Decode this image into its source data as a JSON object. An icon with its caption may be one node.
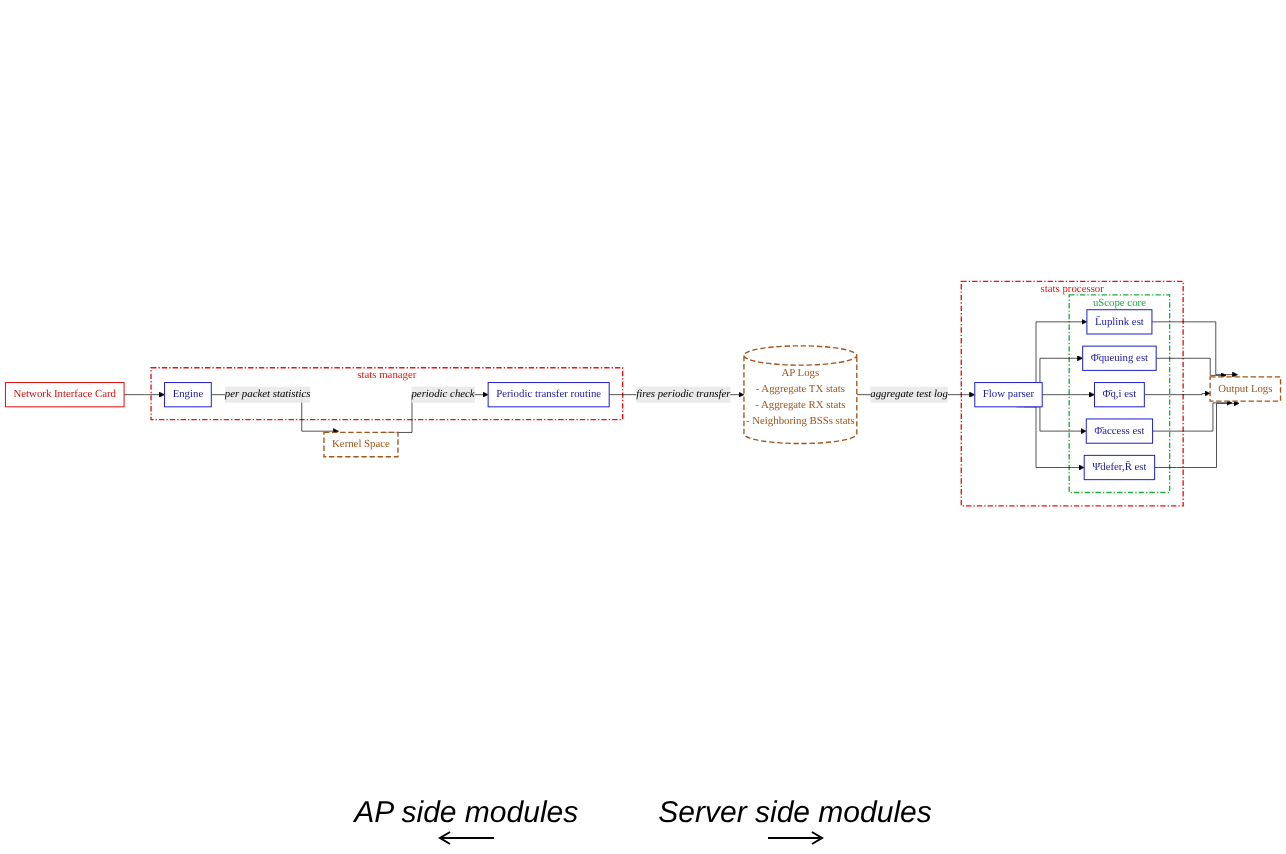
{
  "diagram": {
    "nodes": [
      {
        "text": [
          "Kernel Space"
        ]
      },
      {
        "text": [
          "stats manager"
        ]
      },
      {
        "text": [
          "Periodic transfer routine"
        ],
        "in": 1
      },
      {
        "text": [
          "Engine"
        ],
        "in": 1
      },
      {
        "text": [
          "Network Interface Card"
        ]
      },
      {
        "text": [
          "AP Logs",
          "- Aggregate TX stats",
          "- Aggregate RX stats",
          "- Neighboring BSSs stats"
        ]
      },
      {
        "text": [
          "stats processor"
        ]
      },
      {
        "text": [
          "uScope core"
        ],
        "in": 6
      },
      {
        "text": [
          "Flow parser"
        ],
        "in": 6
      },
      {
        "text": [
          "L̄uplink est"
        ],
        "in": 7
      },
      {
        "text": [
          "Φ̄queuing est"
        ],
        "in": 7
      },
      {
        "text": [
          "Φ̄q,i est"
        ],
        "in": 7
      },
      {
        "text": [
          "Φ̄access est"
        ],
        "in": 7
      },
      {
        "text": [
          "Ψ̄defer,R̄ est"
        ],
        "in": 7
      },
      {
        "text": [
          "Output Logs"
        ]
      }
    ],
    "edges": [
      {
        "from": 0,
        "to": 2,
        "arrow": "to",
        "label": "periodic check"
      },
      {
        "from": 3,
        "to": 0,
        "arrow": "to",
        "label": "per packet statistics"
      },
      {
        "from": 4,
        "to": 3,
        "arrow": "to"
      },
      {
        "from": 2,
        "to": 5,
        "arrow": "to",
        "label": "fires periodic transfer"
      },
      {
        "from": 5,
        "to": 8,
        "arrow": "to",
        "label": "aggregate test log"
      },
      {
        "from": 8,
        "to": 9,
        "arrow": "to"
      },
      {
        "from": 8,
        "to": 10,
        "arrow": "to"
      },
      {
        "from": 8,
        "to": 11,
        "arrow": "to"
      },
      {
        "from": 8,
        "to": 12,
        "arrow": "to"
      },
      {
        "from": 8,
        "to": 13,
        "arrow": "to"
      },
      {
        "from": 9,
        "to": 14,
        "arrow": "to"
      },
      {
        "from": 10,
        "to": 14,
        "arrow": "to"
      },
      {
        "from": 11,
        "to": 14,
        "arrow": "to"
      },
      {
        "from": 12,
        "to": 14,
        "arrow": "to"
      },
      {
        "from": 13,
        "to": 14,
        "arrow": "to"
      }
    ],
    "labels": [
      "AP side modules",
      "Server side modules"
    ]
  }
}
